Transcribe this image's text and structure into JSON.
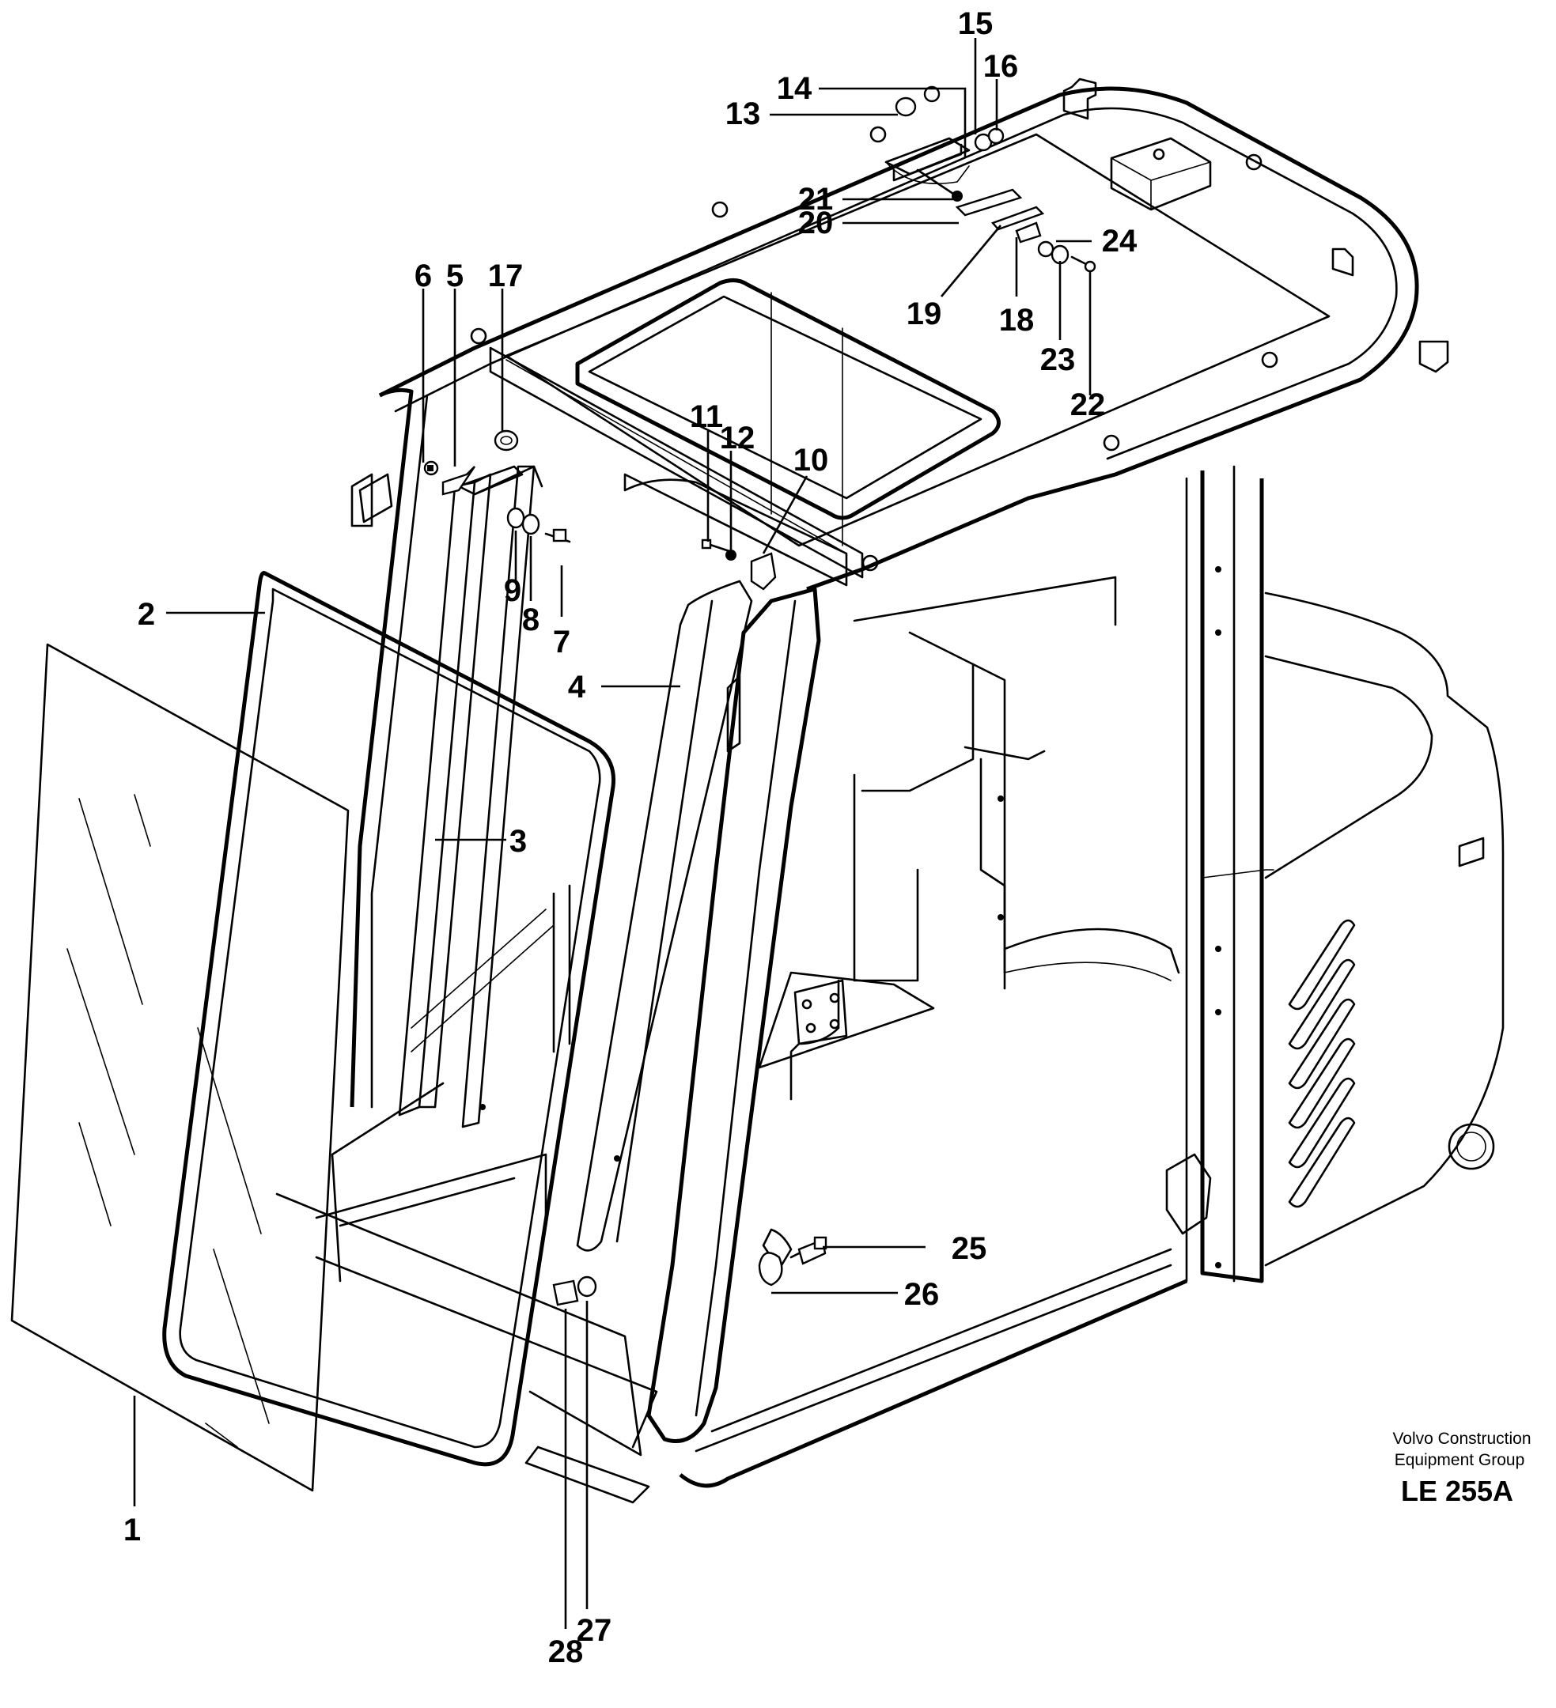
{
  "callouts": [
    {
      "number": "1"
    },
    {
      "number": "2"
    },
    {
      "number": "3"
    },
    {
      "number": "4"
    },
    {
      "number": "5"
    },
    {
      "number": "6"
    },
    {
      "number": "7"
    },
    {
      "number": "8"
    },
    {
      "number": "9"
    },
    {
      "number": "10"
    },
    {
      "number": "11"
    },
    {
      "number": "12"
    },
    {
      "number": "13"
    },
    {
      "number": "14"
    },
    {
      "number": "15"
    },
    {
      "number": "16"
    },
    {
      "number": "17"
    },
    {
      "number": "18"
    },
    {
      "number": "19"
    },
    {
      "number": "20"
    },
    {
      "number": "21"
    },
    {
      "number": "22"
    },
    {
      "number": "23"
    },
    {
      "number": "24"
    },
    {
      "number": "25"
    },
    {
      "number": "26"
    },
    {
      "number": "27"
    },
    {
      "number": "28"
    }
  ],
  "stamp": {
    "line1": "Volvo Construction",
    "line2": "Equipment Group",
    "code": "LE 255A"
  }
}
